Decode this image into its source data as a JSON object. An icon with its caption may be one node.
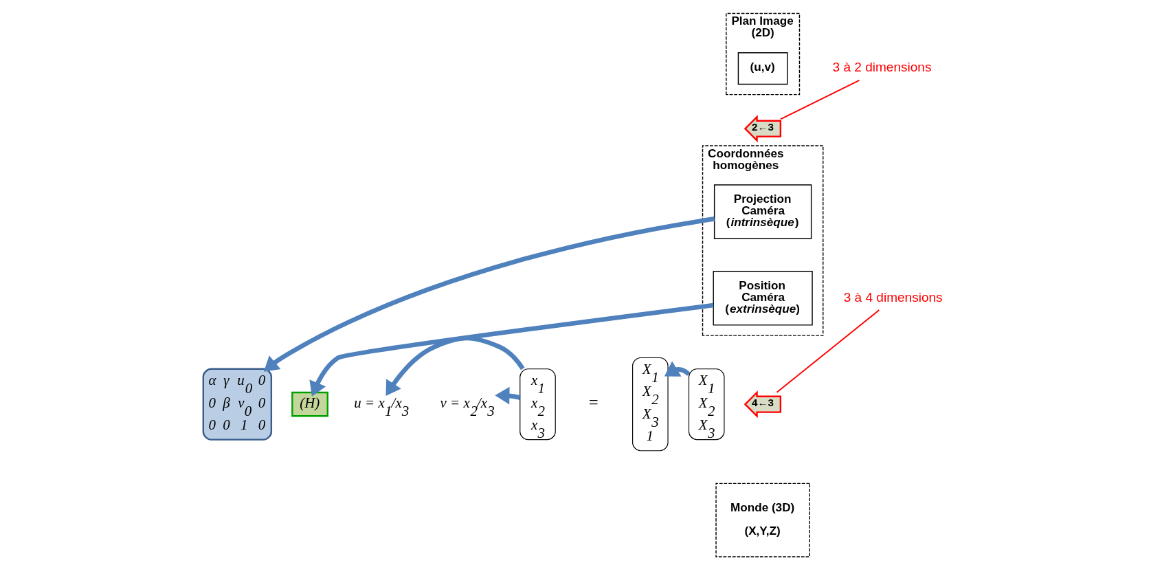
{
  "diagram": {
    "nodes": [
      {
        "text": [
          "Plan Image (2D)"
        ]
      },
      {
        "text": [
          "(u,v)"
        ],
        "in": 0
      },
      {
        "text": [
          "Coordonnées homogènes"
        ]
      },
      {
        "text": [
          "Projection Caméra (*intrinsèque*)"
        ],
        "in": 2
      },
      {
        "text": [
          "Position Caméra (*extrinsèque*)"
        ],
        "in": 2
      },
      {
        "text": [
          "Monde (3D)",
          "(X,Y,Z)"
        ]
      },
      {
        "text": [
          "2←3"
        ]
      },
      {
        "text": [
          "4←3"
        ]
      },
      {
        "text": [
          "3 à 2 dimensions"
        ]
      },
      {
        "text": [
          "3 à 4 dimensions"
        ]
      },
      {
        "text": [
          "u = x$_{1}$/x$_{3}$"
        ]
      },
      {
        "text": [
          "v = x$_{2}$/x$_{3}$"
        ]
      },
      {
        "text": [
          "x$_{1}$",
          "x$_{2}$",
          "x$_{3}$"
        ]
      },
      {
        "text": [
          "α",
          "γ",
          "u$_{0}$",
          "0",
          "0",
          "β",
          "v$_{0}$",
          "0",
          "0",
          "0",
          "1",
          "0"
        ]
      },
      {
        "text": [
          "(H)"
        ]
      },
      {
        "text": [
          "X$_{1}$",
          "X$_{2}$",
          "X$_{3}$",
          "1"
        ]
      },
      {
        "text": [
          "X$_{1}$",
          "X$_{2}$",
          "X$_{3}$"
        ]
      }
    ],
    "edges": [
      {
        "from": 8,
        "to": 6,
        "arrow": "none",
        "color": "#ff0000"
      },
      {
        "from": 9,
        "to": 7,
        "arrow": "none",
        "color": "#ff0000"
      },
      {
        "from": 3,
        "to": 13,
        "arrow": "to"
      },
      {
        "from": 4,
        "to": 14,
        "arrow": "to"
      },
      {
        "from": 12,
        "to": 10,
        "arrow": "to"
      },
      {
        "from": 12,
        "to": 11,
        "arrow": "to"
      },
      {
        "from": 16,
        "to": 15,
        "arrow": "to"
      }
    ],
    "labels": [
      "="
    ]
  }
}
